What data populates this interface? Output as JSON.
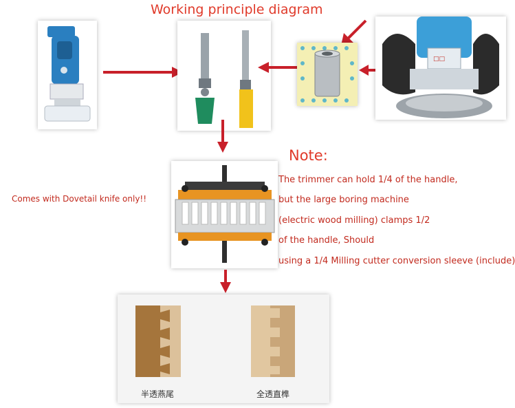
{
  "title": "Working principle diagram",
  "note": {
    "heading": "Note:",
    "lines": [
      "The trimmer can hold 1/4 of the handle,",
      "but the large boring machine",
      "(electric wood milling) clamps 1/2",
      "of the handle, Should",
      "using a 1/4 Milling cutter conversion sleeve (include)"
    ]
  },
  "side_note": "Comes with Dovetail knife only!!",
  "joints": {
    "left_caption": "半透燕尾",
    "right_caption": "全透直榫"
  },
  "colors": {
    "accent": "#e03a2a",
    "arrow": "#c8202a",
    "trimmer_blue": "#2a7fc0",
    "jig_orange": "#e89422",
    "bit_green": "#1f8c5e",
    "bit_yellow": "#f1c21b"
  }
}
